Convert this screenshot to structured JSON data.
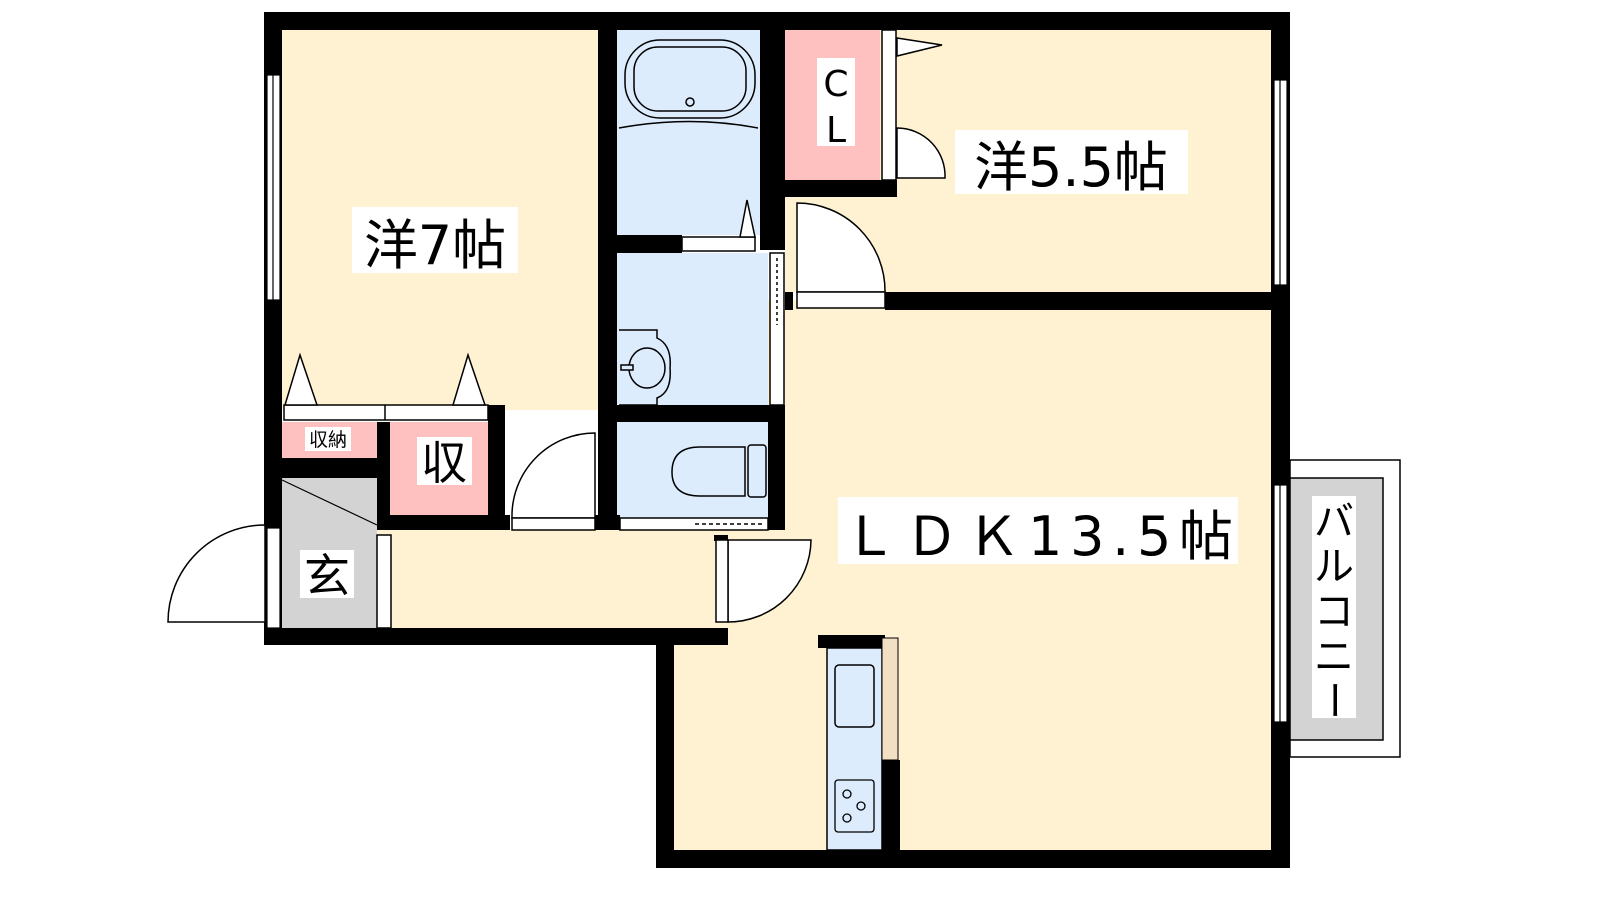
{
  "rooms": {
    "western_7": "洋7帖",
    "western_55": "洋5.5帖",
    "ldk": "ＬＤＫ13.5帖",
    "closet_cl_1": "C",
    "closet_cl_2": "L",
    "storage_small": "収納",
    "storage": "収",
    "entrance": "玄",
    "balcony": [
      "バ",
      "ル",
      "コ",
      "ニ",
      "ー"
    ]
  },
  "colors": {
    "room": "#fff2d2",
    "wet": "#dcecfc",
    "storage": "#ffc0c0",
    "entrance": "#d3d3d3",
    "wall": "#000000",
    "counter_back": "#f2e0c4"
  }
}
